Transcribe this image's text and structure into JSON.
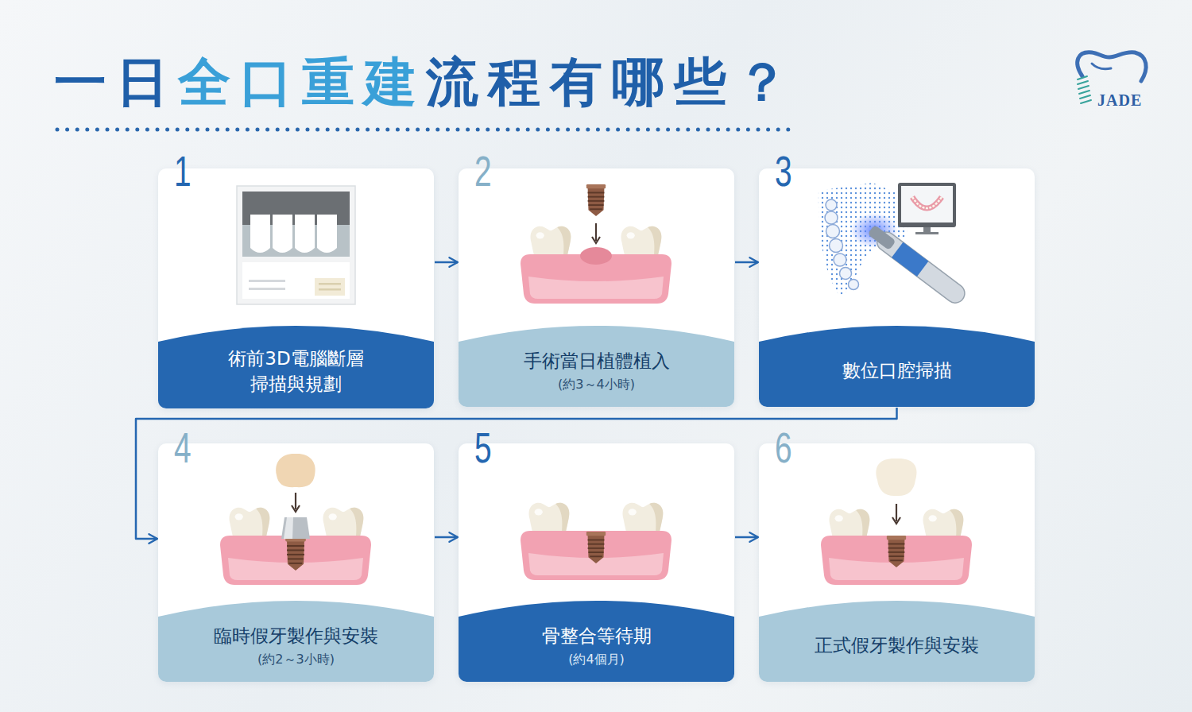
{
  "diagram": {
    "title": "一日全口重建流程有哪些？",
    "nodes": [
      {
        "text": [
          "術前3D電腦斷層 掃描與規劃"
        ]
      },
      {
        "text": [
          "手術當日植體植入",
          "(約3～4小時)"
        ]
      },
      {
        "text": [
          "數位口腔掃描"
        ]
      },
      {
        "text": [
          "臨時假牙製作與安裝",
          "(約2～3小時)"
        ]
      },
      {
        "text": [
          "骨整合等待期",
          "(約4個月)"
        ]
      },
      {
        "text": [
          "正式假牙製作與安裝"
        ]
      }
    ],
    "edges": [
      {
        "from": 0,
        "to": 1,
        "arrow": "to"
      },
      {
        "from": 1,
        "to": 2,
        "arrow": "to"
      },
      {
        "from": 2,
        "to": 3,
        "arrow": "to"
      },
      {
        "from": 3,
        "to": 4,
        "arrow": "to"
      },
      {
        "from": 4,
        "to": 5,
        "arrow": "to"
      }
    ],
    "labels": [
      "1",
      "2",
      "3",
      "4",
      "5",
      "6",
      "JADE"
    ]
  }
}
